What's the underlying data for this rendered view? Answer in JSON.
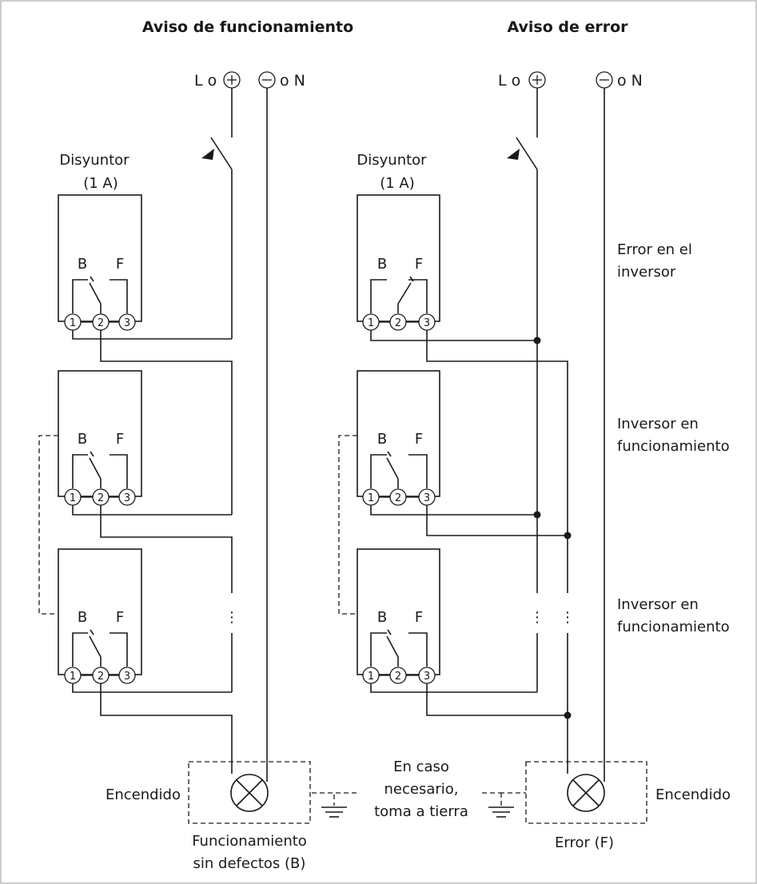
{
  "titles": {
    "left": "Aviso de funcionamiento",
    "right": "Aviso de error"
  },
  "supply": {
    "l_or": "L o",
    "plus": "+",
    "minus": "−",
    "or_n": "o N"
  },
  "breaker": {
    "line1": "Disyuntor",
    "line2": "(1 A)"
  },
  "relay": {
    "contact_b": "B",
    "contact_f": "F",
    "terminals": [
      "1",
      "2",
      "3"
    ]
  },
  "inverter_states": [
    [
      "Error en el",
      "inversor"
    ],
    [
      "Inversor en",
      "funcionamiento"
    ],
    [
      "Inversor en",
      "funcionamiento"
    ]
  ],
  "lamps": {
    "on_label": "Encendido",
    "left_caption": [
      "Funcionamiento",
      "sin defectos (B)"
    ],
    "right_caption": "Error (F)"
  },
  "ground_note": [
    "En caso",
    "necesario,",
    "toma a tierra"
  ],
  "continuation": "⋮"
}
